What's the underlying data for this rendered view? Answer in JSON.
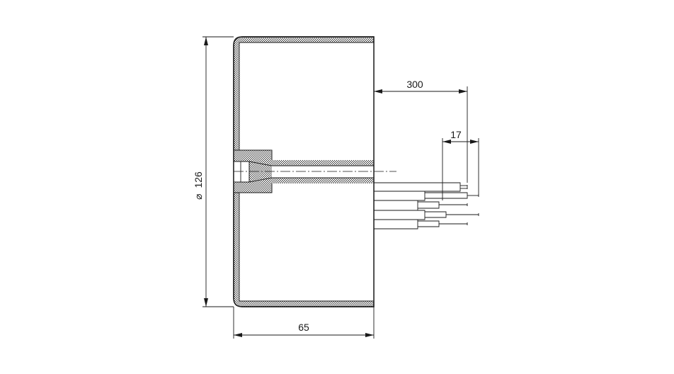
{
  "drawing": {
    "dimensions": {
      "diameter_symbol": "⌀",
      "diameter_value": "126",
      "width": "65",
      "cable_length": "300",
      "strip_length": "17"
    },
    "colors": {
      "line": "#1a1a1a",
      "background": "#ffffff"
    }
  }
}
